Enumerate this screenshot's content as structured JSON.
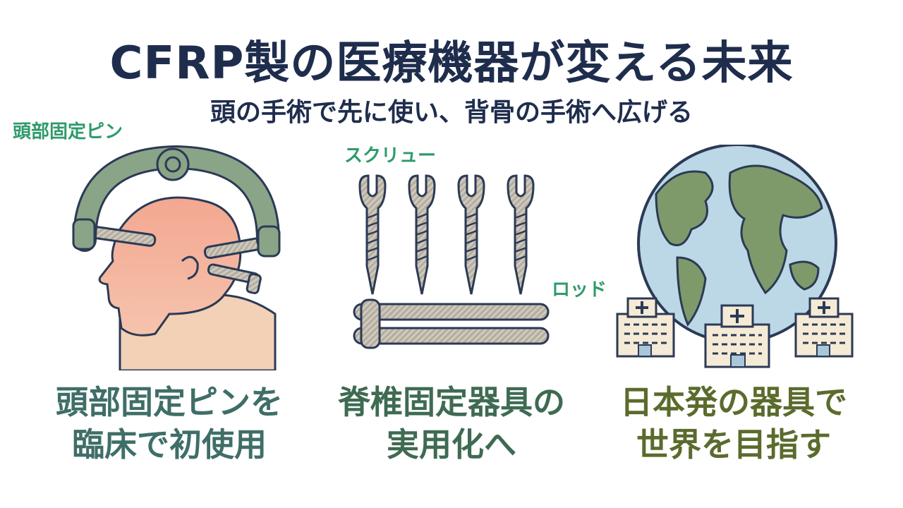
{
  "header": {
    "title": "CFRP製の医療機器が変える未来",
    "subtitle": "頭の手術で先に使い、背骨の手術へ広げる"
  },
  "panels": {
    "head": {
      "label": "頭部固定ピン",
      "caption_line1": "頭部固定ピンを",
      "caption_line2": "臨床で初使用",
      "caption_color": "#3f6e68"
    },
    "spine": {
      "label_screw": "スクリュー",
      "label_rod": "ロッド",
      "caption_line1": "脊椎固定器具の",
      "caption_line2": "実用化へ",
      "caption_color": "#3e6b52"
    },
    "world": {
      "caption_line1": "日本発の器具で",
      "caption_line2": "世界を目指す",
      "caption_color": "#5a6b2c"
    }
  },
  "colors": {
    "title": "#1f2d4d",
    "label": "#2e9a6a",
    "frame_green": "#8aa487",
    "carbon": "#c9c3b8",
    "ocean": "#bcd7e6",
    "land": "#7e9a6b"
  }
}
